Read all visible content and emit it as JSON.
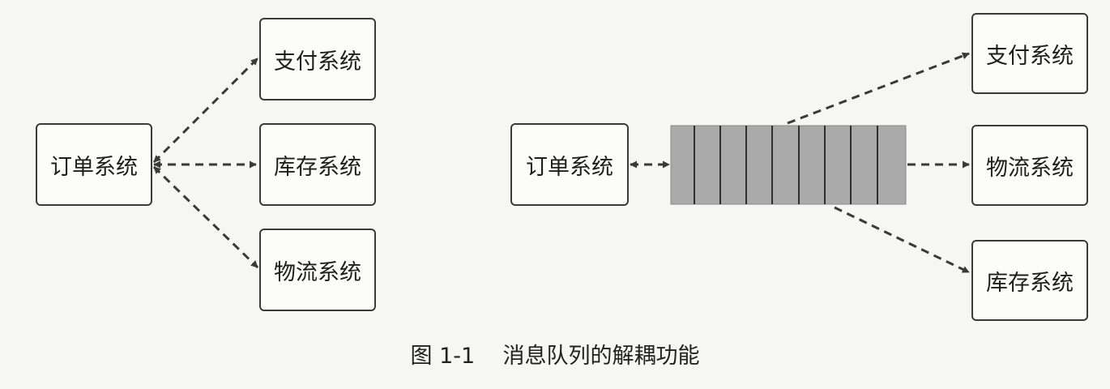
{
  "left_diagram": {
    "center": "订单系统",
    "targets": [
      "支付系统",
      "库存系统",
      "物流系统"
    ]
  },
  "right_diagram": {
    "source": "订单系统",
    "targets": [
      "支付系统",
      "物流系统",
      "库存系统"
    ]
  },
  "caption": "图 1-1    消息队列的解耦功能",
  "colors": {
    "queue_fill": "#aaaaaa",
    "line": "#3a3a3a",
    "background": "#f6f6f4"
  }
}
